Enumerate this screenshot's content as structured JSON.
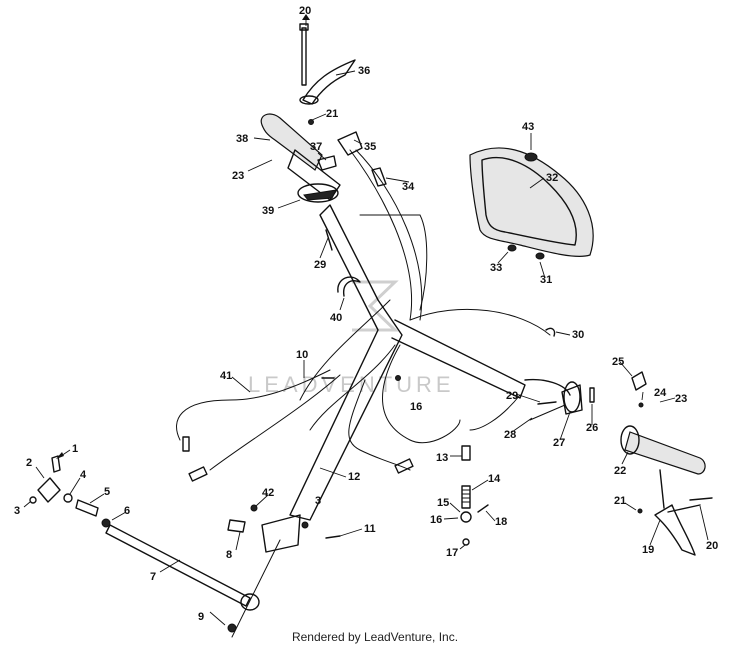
{
  "diagram": {
    "watermark": "LEADVENTURE",
    "footer": "Rendered by LeadVenture, Inc.",
    "callouts": [
      "1",
      "2",
      "3",
      "4",
      "5",
      "6",
      "7",
      "8",
      "9",
      "10",
      "11",
      "12",
      "13",
      "14",
      "15",
      "16",
      "17",
      "18",
      "19",
      "20",
      "21",
      "22",
      "23",
      "24",
      "25",
      "26",
      "27",
      "28",
      "29",
      "30",
      "31",
      "32",
      "33",
      "34",
      "35",
      "36",
      "37",
      "38",
      "39",
      "40",
      "41",
      "42",
      "43"
    ]
  }
}
